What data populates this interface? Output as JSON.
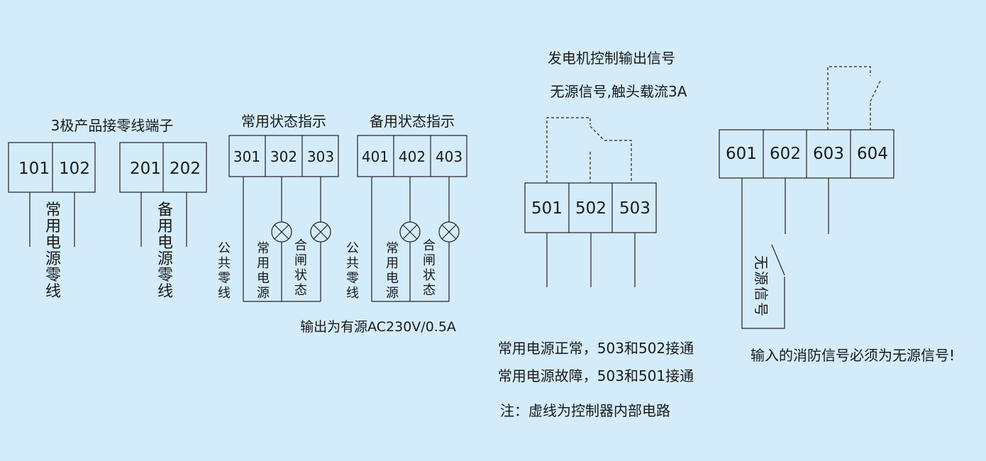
{
  "groups": {
    "neutral_title": "3极产品接零线端子",
    "normal_status_title": "常用状态指示",
    "backup_status_title": "备用状态指示",
    "generator_title": "发电机控制输出信号",
    "generator_subtitle": "无源信号,触头载流3A"
  },
  "terminals": {
    "t101": "101",
    "t102": "102",
    "t201": "201",
    "t202": "202",
    "t301": "301",
    "t302": "302",
    "t303": "303",
    "t401": "401",
    "t402": "402",
    "t403": "403",
    "t501": "501",
    "t502": "502",
    "t503": "503",
    "t601": "601",
    "t602": "602",
    "t603": "603",
    "t604": "604"
  },
  "vertical_labels": {
    "normal_neutral": "常用电源零线",
    "backup_neutral": "备用电源零线",
    "common_neutral": "公共零线",
    "normal_power": "常用电源",
    "closed_status": "合闸状态",
    "passive_signal": "无源信号"
  },
  "notes": {
    "indicator_output": "输出为有源AC230V/0.5A",
    "normal_ok": "常用电源正常，503和502接通",
    "normal_fault": "常用电源故障，503和501接通",
    "dashed_note": "注：虚线为控制器内部电路",
    "fire_signal": "输入的消防信号必须为无源信号!"
  },
  "colors": {
    "background": "#d4ecf9",
    "line": "#222222"
  }
}
